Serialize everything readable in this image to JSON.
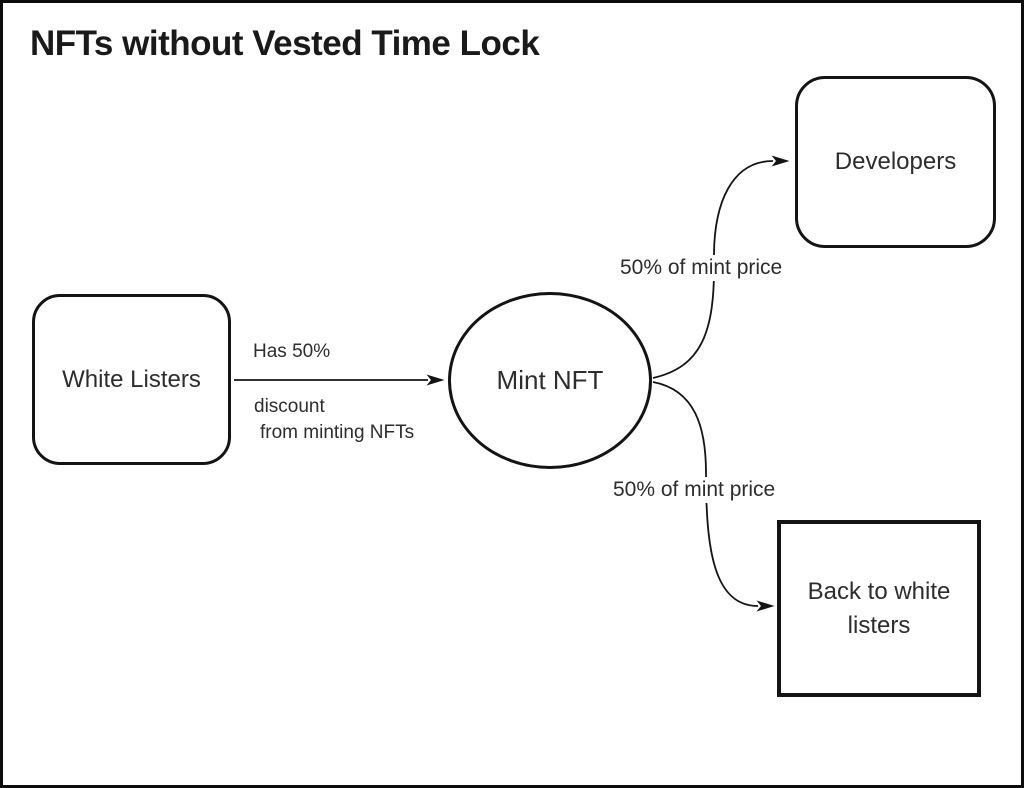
{
  "title": "NFTs without Vested Time Lock",
  "colors": {
    "stroke": "#141414",
    "text": "#2d2d2d",
    "title_text": "#1a1a1a",
    "background": "#ffffff"
  },
  "nodes": {
    "white_listers": {
      "label": "White Listers",
      "shape": "rounded-rectangle"
    },
    "mint_nft": {
      "label": "Mint NFT",
      "shape": "ellipse"
    },
    "developers": {
      "label": "Developers",
      "shape": "rounded-rectangle"
    },
    "back_to_white_listers": {
      "label": "Back to white listers",
      "shape": "rectangle"
    }
  },
  "edges": {
    "white_listers_to_mint_nft": {
      "from": "White Listers",
      "to": "Mint NFT",
      "label_line1": "Has 50%",
      "label_line2": "discount",
      "label_line3": "from minting NFTs"
    },
    "mint_nft_to_developers": {
      "from": "Mint NFT",
      "to": "Developers",
      "label": "50% of mint price"
    },
    "mint_nft_to_back_to_white_listers": {
      "from": "Mint NFT",
      "to": "Back to white listers",
      "label": "50% of mint price"
    }
  }
}
